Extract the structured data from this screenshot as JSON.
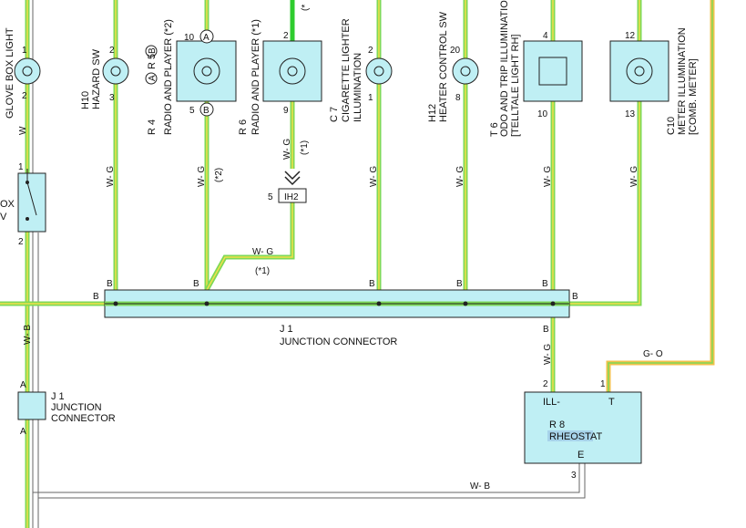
{
  "components": {
    "glove_box_light": {
      "label": "GLOVE BOX LIGHT",
      "pin_top": "1",
      "pin_bottom": "2"
    },
    "hazard_sw": {
      "code": "H10",
      "label": "HAZARD SW",
      "pin_top": "2",
      "pin_bottom": "3"
    },
    "radio_r4r5": {
      "code": "R 4",
      "code2": "R 5",
      "label": "RADIO AND PLAYER (*2)",
      "pin_top": "10",
      "pin_bottom": "5",
      "conn_top": "A",
      "conn_bottom": "B",
      "conn_side_a": "A",
      "conn_side_b": "B"
    },
    "radio_r6": {
      "code": "R 6",
      "label": "RADIO AND PLAYER (*1)",
      "pin_top": "2",
      "pin_bottom": "9",
      "note_top": "(*"
    },
    "cig_lighter": {
      "code": "C 7",
      "label": "CIGARETTE LIGHTER",
      "label2": "ILLUMINATION",
      "pin_top": "2",
      "pin_bottom": "1"
    },
    "heater_sw": {
      "code": "H12",
      "label": "HEATER CONTROL SW",
      "pin_top": "20",
      "pin_bottom": "8"
    },
    "odo_trip": {
      "code": "T 6",
      "label": "ODO AND TRIP ILLUMINATION",
      "label2": "[TELLTALE LIGHT RH]",
      "pin_top": "4",
      "pin_bottom": "10"
    },
    "meter_ill": {
      "code": "C10",
      "label": "METER ILLUMINATION",
      "label2": "[COMB.  METER]",
      "pin_top": "12",
      "pin_bottom": "13"
    },
    "glove_box_sw": {
      "label1": "OX",
      "label2": "V",
      "pin_top": "1",
      "pin_bottom": "2"
    }
  },
  "wires": {
    "w": "W",
    "wg": "W- G",
    "wb": "W- B",
    "go": "G- O",
    "note1": "(*1)",
    "note2": "(*2)"
  },
  "ih2": {
    "label": "IH2",
    "pin": "5"
  },
  "junction": {
    "code": "J 1",
    "label": "JUNCTION CONNECTOR",
    "pin": "B",
    "small_code": "J 1",
    "small_label1": "JUNCTION",
    "small_label2": "CONNECTOR",
    "small_pin": "A"
  },
  "rheostat": {
    "code": "R 8",
    "label": "RHEOSTAT",
    "pin_ill": "ILL-",
    "pin_t": "T",
    "pin_e": "E",
    "pin_2": "2",
    "pin_1": "1",
    "pin_3": "3"
  },
  "colors": {
    "component_fill": "#bfeff4",
    "wire_green": "#7ed957",
    "wire_yellow": "#f2df4a",
    "wire_bright_green": "#2ecc2e"
  }
}
